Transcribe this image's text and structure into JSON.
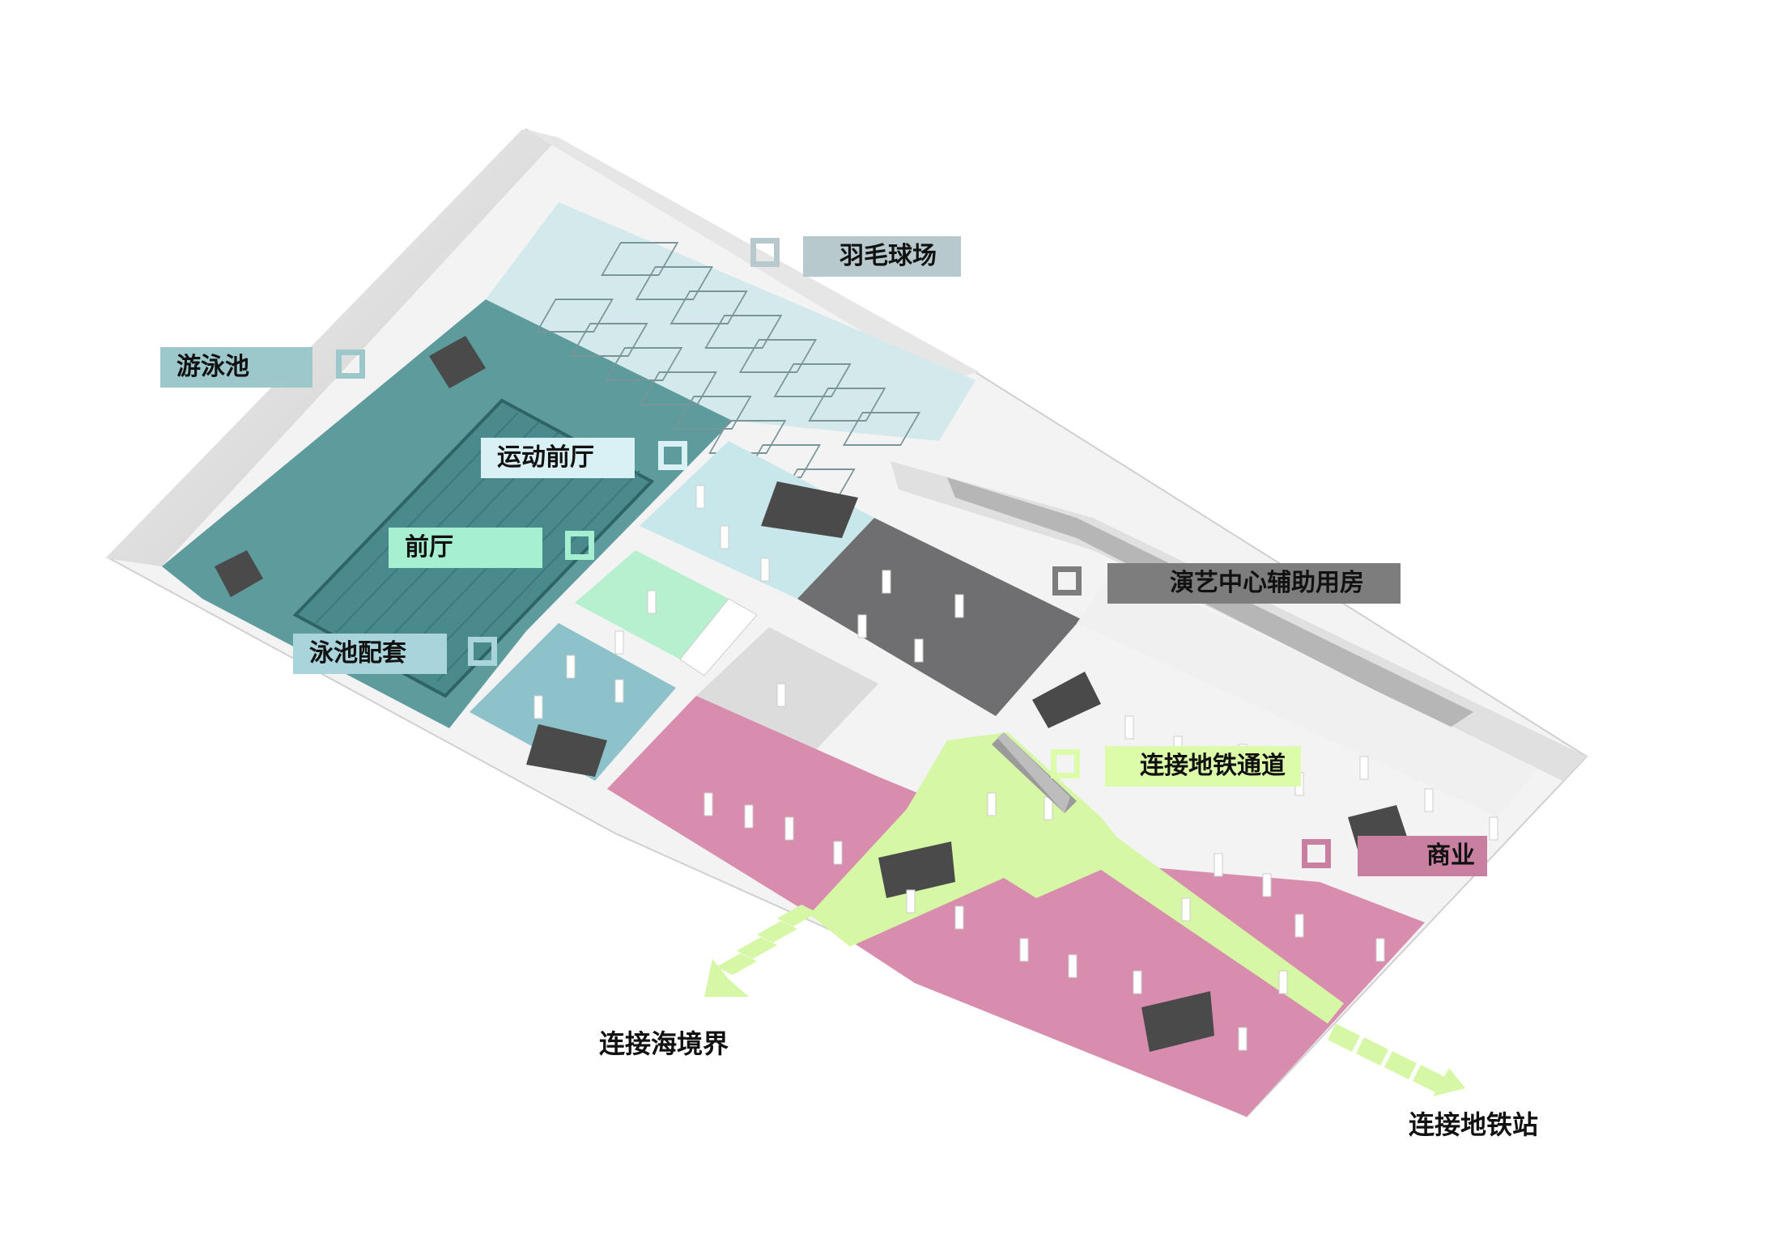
{
  "legend": {
    "badminton": {
      "text": "羽毛球场",
      "color": "#b7c9cc"
    },
    "swimming_pool": {
      "text": "游泳池",
      "color": "#9cc8cc"
    },
    "sports_lobby": {
      "text": "运动前厅",
      "color": "#d9f1f4"
    },
    "lobby": {
      "text": "前厅",
      "color": "#a6efd0"
    },
    "pool_support": {
      "text": "泳池配套",
      "color": "#a9d4dc"
    },
    "performing_arts_aux": {
      "text": "演艺中心辅助用房",
      "color": "#7d7d7d"
    },
    "metro_passage": {
      "text": "连接地铁通道",
      "color": "#dcfcaa"
    },
    "commercial": {
      "text": "商业",
      "color": "#c97f9f"
    }
  },
  "connections": {
    "haijingjie": "连接海境界",
    "metro_station": "连接地铁站"
  },
  "zone_colors": {
    "pool_hall": "#5e9b9d",
    "badminton_hall": "#d3e9ec",
    "sports_lobby": "#c8e7ea",
    "lobby": "#b6f0cf",
    "pool_support": "#8ec2ca",
    "arts_aux": "#6f6f71",
    "commercial": "#d88cae",
    "metro_passage": "#d6f7a6",
    "grey_floor": "#dcdcdc",
    "arrow": "#d6f7a6"
  }
}
